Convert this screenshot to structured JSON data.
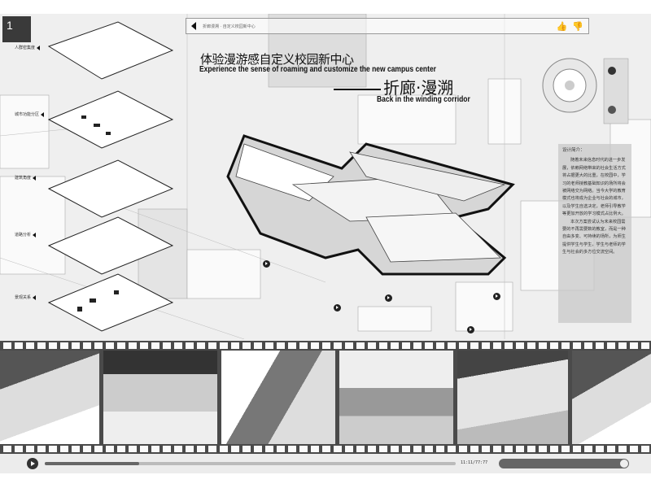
{
  "page_number": "1",
  "search_bar": {
    "text": "折廊漫溯 · 自定义校园新中心"
  },
  "title": {
    "cn": "体验漫游感自定义校园新中心",
    "en": "Experience the sense of roaming and customize the new campus center"
  },
  "subtitle": {
    "cn": "折廊·漫溯",
    "en": "Back in the winding corridor"
  },
  "layer_labels": [
    "人群密集度",
    "城市功能分区",
    "建筑角度",
    "道路分析",
    "景观关系"
  ],
  "description": {
    "heading": "设计简介：",
    "paragraphs": [
      "随着未来信息时代的进一步发展，依赖网络带来的社会生活方式将占据更大的比重，在校园中，学习的老师授教基础知识的场所将会被网络交为网络。当今大学的教育模式也将成为企业与社会的城市，以及学生自选决定，老师引导教学等更加开放的学习模式占比例大。",
      "本次方案尝试认为未来校园需要的不再需要数的教室，而是一种自由多变、可持续的场所，为师生提供学生与学生，学生与老师的学生与社会的多方位交流空间。"
    ]
  },
  "player": {
    "time": "11:11/77:77",
    "progress": 0.23,
    "volume": 0.95
  },
  "icons": {
    "like": "thumbs-up-icon",
    "dislike": "thumbs-down-icon",
    "play": "play-icon",
    "back": "back-arrow-icon"
  },
  "colors": {
    "film": "#4a4a4a",
    "panel": "#3a3a3a",
    "background": "#efefef"
  }
}
